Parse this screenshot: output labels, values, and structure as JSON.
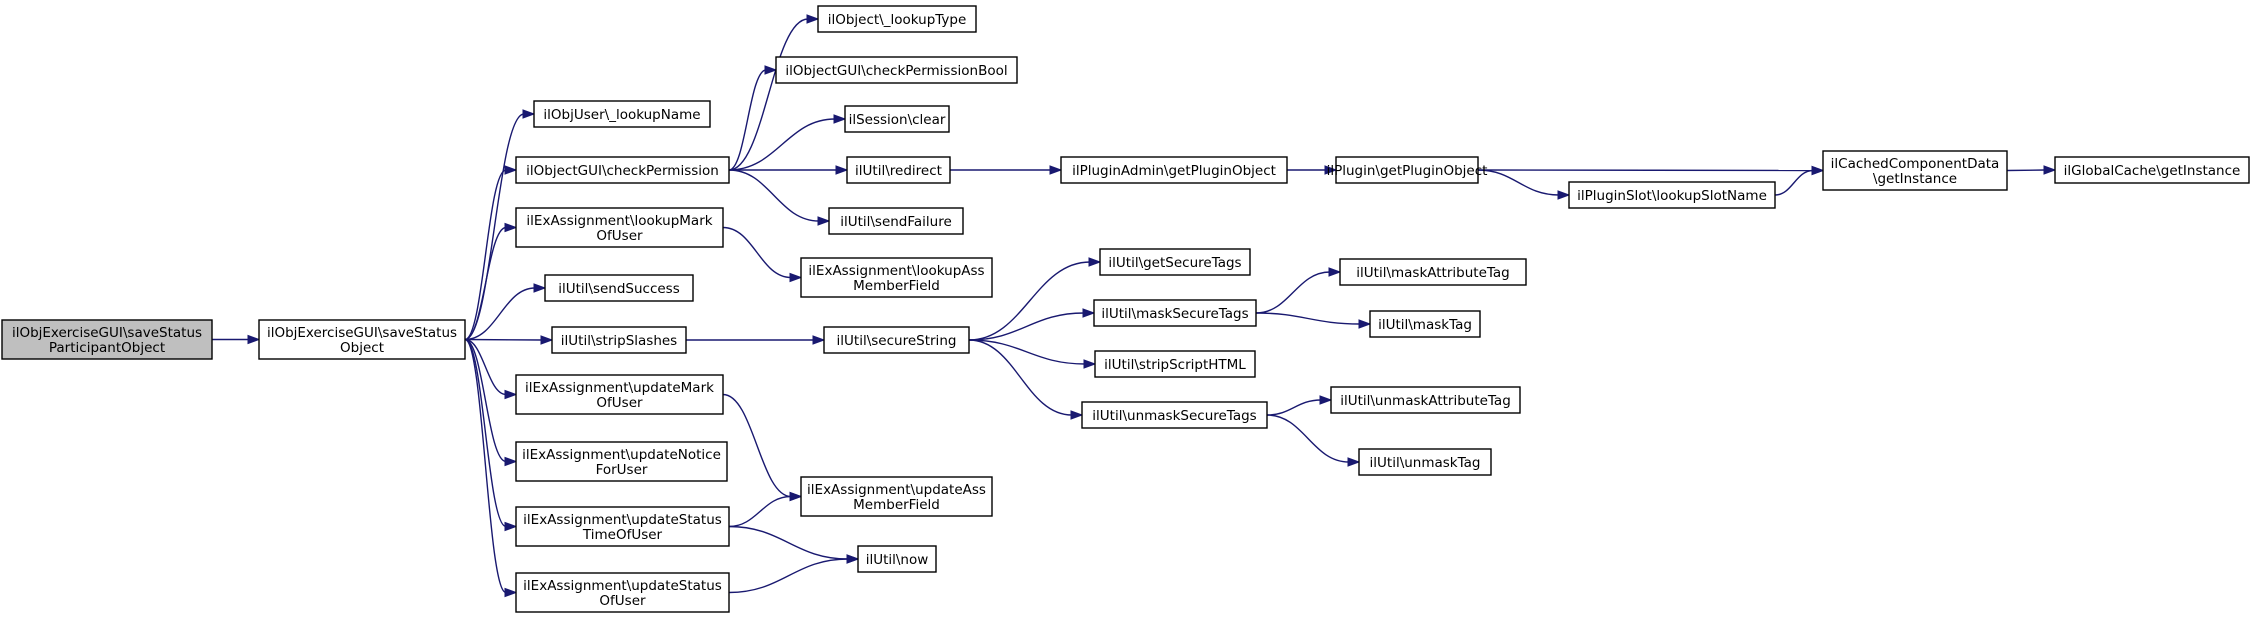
{
  "colors": {
    "edge": "#191970",
    "node_border": "#000000",
    "root_fill": "#bfbfbf",
    "node_fill": "#ffffff"
  },
  "nodes": {
    "n0": [
      "ilObjExerciseGUI\\saveStatus",
      "ParticipantObject"
    ],
    "n1": [
      "ilObjExerciseGUI\\saveStatus",
      "Object"
    ],
    "n2": [
      "ilObjUser\\_lookupName"
    ],
    "n3": [
      "ilObjectGUI\\checkPermission"
    ],
    "n4": [
      "ilExAssignment\\lookupMark",
      "OfUser"
    ],
    "n5": [
      "ilUtil\\sendSuccess"
    ],
    "n6": [
      "ilUtil\\stripSlashes"
    ],
    "n7": [
      "ilExAssignment\\updateMark",
      "OfUser"
    ],
    "n8": [
      "ilExAssignment\\updateNotice",
      "ForUser"
    ],
    "n9": [
      "ilExAssignment\\updateStatus",
      "TimeOfUser"
    ],
    "n10": [
      "ilExAssignment\\updateStatus",
      "OfUser"
    ],
    "n11": [
      "ilObject\\_lookupType"
    ],
    "n12": [
      "ilObjectGUI\\checkPermissionBool"
    ],
    "n13": [
      "ilSession\\clear"
    ],
    "n14": [
      "ilUtil\\redirect"
    ],
    "n15": [
      "ilUtil\\sendFailure"
    ],
    "n16": [
      "ilExAssignment\\lookupAss",
      "MemberField"
    ],
    "n17": [
      "ilUtil\\secureString"
    ],
    "n18": [
      "ilExAssignment\\updateAss",
      "MemberField"
    ],
    "n19": [
      "ilUtil\\now"
    ],
    "n20": [
      "ilPluginAdmin\\getPluginObject"
    ],
    "n21": [
      "ilUtil\\getSecureTags"
    ],
    "n22": [
      "ilUtil\\maskSecureTags"
    ],
    "n23": [
      "ilUtil\\stripScriptHTML"
    ],
    "n24": [
      "ilUtil\\unmaskSecureTags"
    ],
    "n25": [
      "ilPlugin\\getPluginObject"
    ],
    "n26": [
      "ilPluginSlot\\lookupSlotName"
    ],
    "n27": [
      "ilUtil\\maskAttributeTag"
    ],
    "n28": [
      "ilUtil\\maskTag"
    ],
    "n29": [
      "ilUtil\\unmaskAttributeTag"
    ],
    "n30": [
      "ilUtil\\unmaskTag"
    ],
    "n31": [
      "ilCachedComponentData",
      "\\getInstance"
    ],
    "n32": [
      "ilGlobalCache\\getInstance"
    ]
  },
  "edges": [
    [
      "n0",
      "n1"
    ],
    [
      "n1",
      "n2"
    ],
    [
      "n1",
      "n3"
    ],
    [
      "n1",
      "n4"
    ],
    [
      "n1",
      "n5"
    ],
    [
      "n1",
      "n6"
    ],
    [
      "n1",
      "n7"
    ],
    [
      "n1",
      "n8"
    ],
    [
      "n1",
      "n9"
    ],
    [
      "n1",
      "n10"
    ],
    [
      "n3",
      "n11"
    ],
    [
      "n3",
      "n12"
    ],
    [
      "n3",
      "n13"
    ],
    [
      "n3",
      "n14"
    ],
    [
      "n3",
      "n15"
    ],
    [
      "n4",
      "n16"
    ],
    [
      "n6",
      "n17"
    ],
    [
      "n7",
      "n18"
    ],
    [
      "n9",
      "n18"
    ],
    [
      "n9",
      "n19"
    ],
    [
      "n10",
      "n19"
    ],
    [
      "n14",
      "n20"
    ],
    [
      "n20",
      "n25"
    ],
    [
      "n25",
      "n31"
    ],
    [
      "n25",
      "n26"
    ],
    [
      "n26",
      "n31"
    ],
    [
      "n31",
      "n32"
    ],
    [
      "n17",
      "n21"
    ],
    [
      "n17",
      "n22"
    ],
    [
      "n17",
      "n23"
    ],
    [
      "n17",
      "n24"
    ],
    [
      "n22",
      "n27"
    ],
    [
      "n22",
      "n28"
    ],
    [
      "n24",
      "n29"
    ],
    [
      "n24",
      "n30"
    ]
  ]
}
